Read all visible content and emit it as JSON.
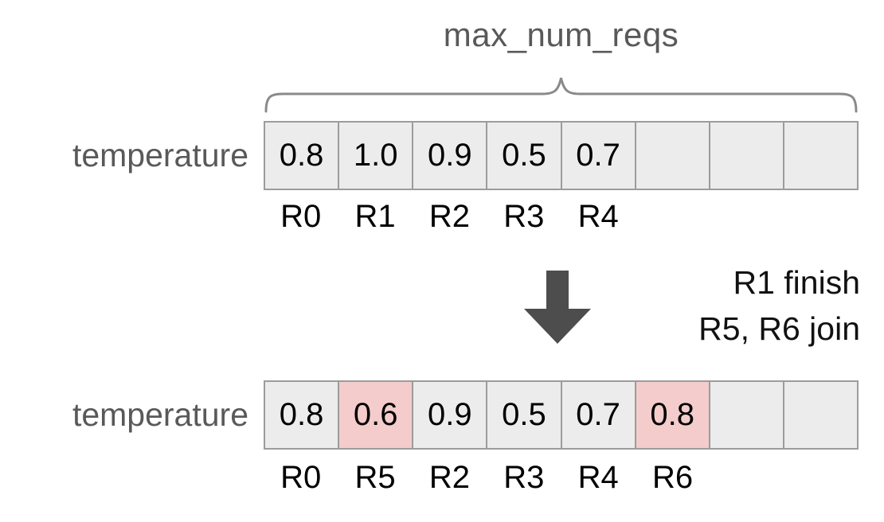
{
  "colors": {
    "cell_background": "#ececec",
    "cell_highlight": "#f4cccc",
    "cell_border": "#9c9c9c",
    "gray_text": "#595959",
    "arrow": "#4d4d4d"
  },
  "brace_label": "max_num_reqs",
  "top": {
    "row_label": "temperature",
    "cells": [
      {
        "value": "0.8",
        "highlight": false
      },
      {
        "value": "1.0",
        "highlight": false
      },
      {
        "value": "0.9",
        "highlight": false
      },
      {
        "value": "0.5",
        "highlight": false
      },
      {
        "value": "0.7",
        "highlight": false
      },
      {
        "value": "",
        "highlight": false
      },
      {
        "value": "",
        "highlight": false
      },
      {
        "value": "",
        "highlight": false
      }
    ],
    "req_labels": [
      "R0",
      "R1",
      "R2",
      "R3",
      "R4",
      "",
      "",
      ""
    ]
  },
  "transition": {
    "line1": "R1 finish",
    "line2": "R5, R6 join"
  },
  "bottom": {
    "row_label": "temperature",
    "cells": [
      {
        "value": "0.8",
        "highlight": false
      },
      {
        "value": "0.6",
        "highlight": true
      },
      {
        "value": "0.9",
        "highlight": false
      },
      {
        "value": "0.5",
        "highlight": false
      },
      {
        "value": "0.7",
        "highlight": false
      },
      {
        "value": "0.8",
        "highlight": true
      },
      {
        "value": "",
        "highlight": false
      },
      {
        "value": "",
        "highlight": false
      }
    ],
    "req_labels": [
      "R0",
      "R5",
      "R2",
      "R3",
      "R4",
      "R6",
      "",
      ""
    ]
  }
}
